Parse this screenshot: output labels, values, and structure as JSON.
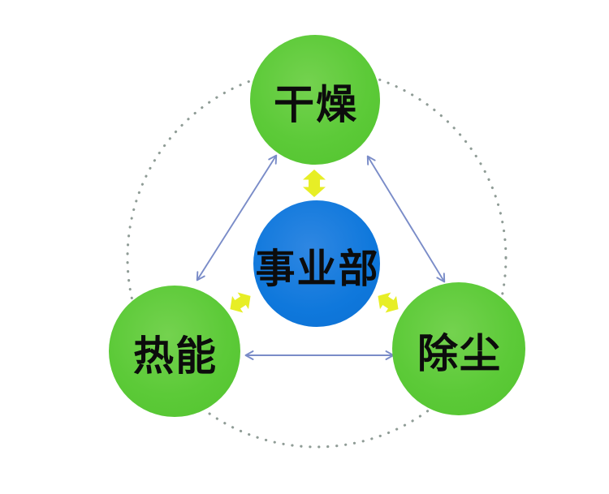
{
  "diagram": {
    "center_node": {
      "id": "business-division",
      "label": "事业部",
      "color": "#0f78dc"
    },
    "satellite_nodes": [
      {
        "id": "drying",
        "label": "干燥",
        "color": "#5cca38"
      },
      {
        "id": "thermal-energy",
        "label": "热能",
        "color": "#5cca38"
      },
      {
        "id": "dust-removal",
        "label": "除尘",
        "color": "#5cca38"
      }
    ],
    "icons": {
      "connector": "double-headed-arrow-icon",
      "exchange": "exchange-double-arrow-icon",
      "orbit": "dotted-orbit-circle"
    },
    "connector_color": "#7a8cc8",
    "exchange_arrow_color": "#e7ee26",
    "orbit_dot_color": "#8f9c96",
    "text_color": "#0c0c0c",
    "background_color": "#ffffff"
  }
}
